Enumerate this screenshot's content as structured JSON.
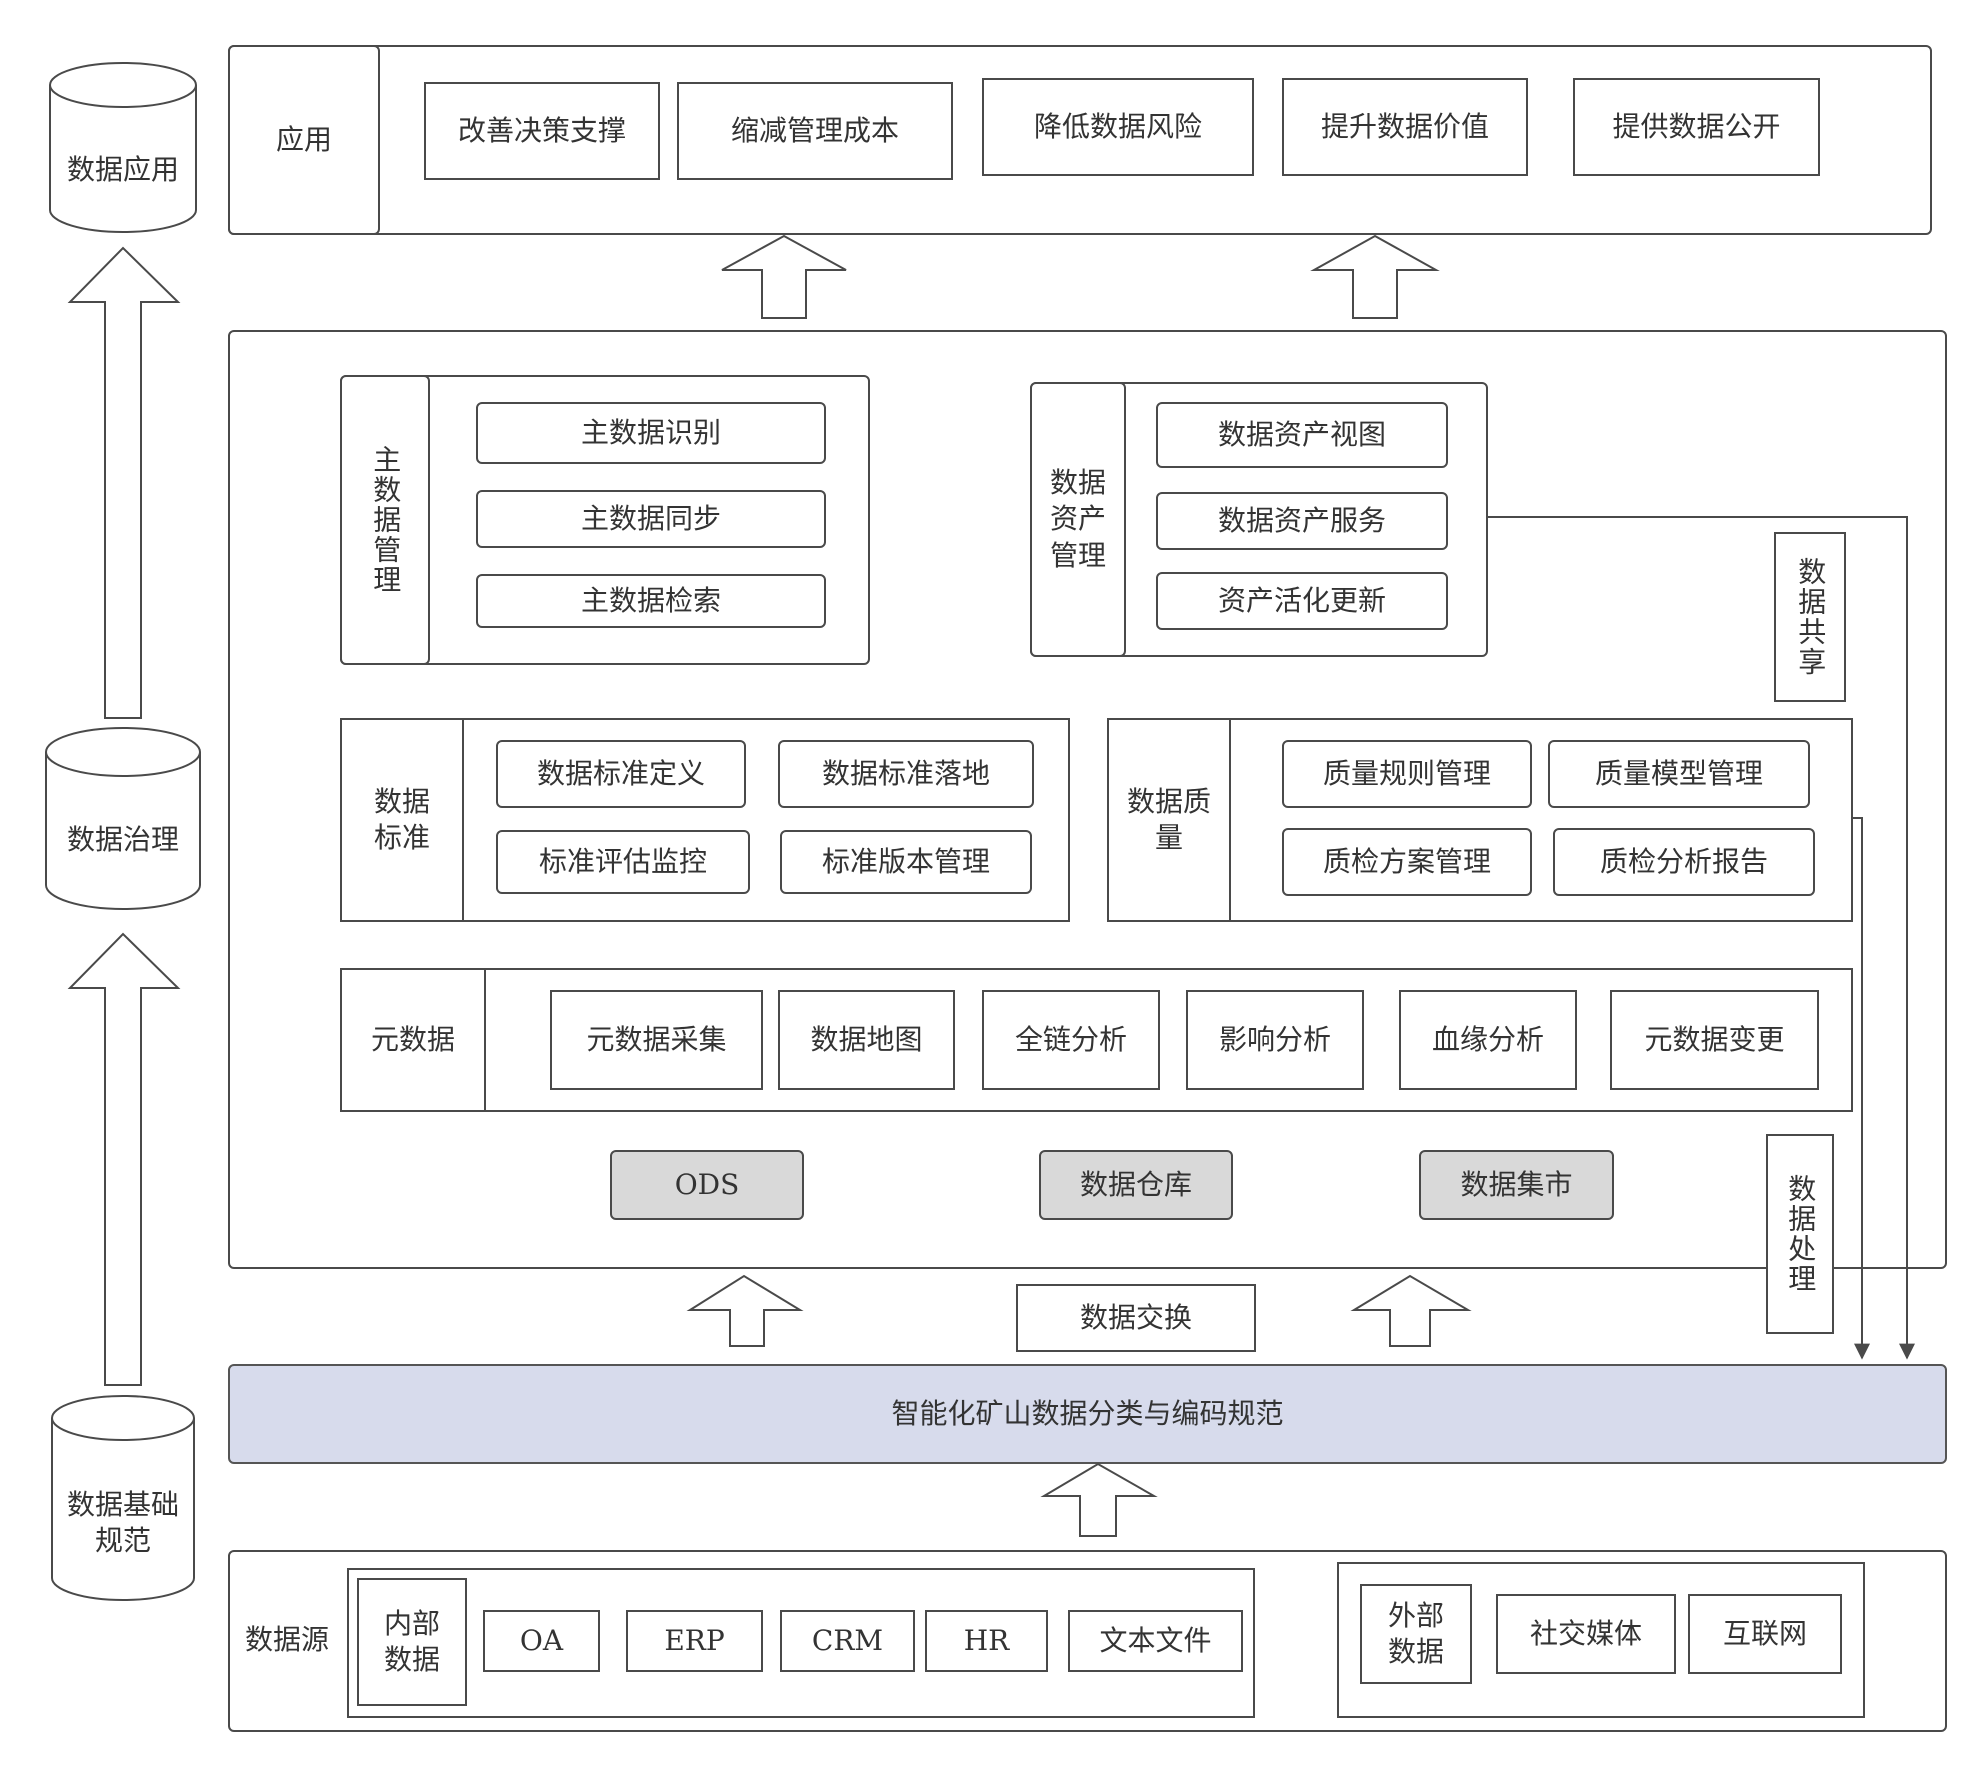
{
  "colors": {
    "line": "#4a4a4a",
    "highlight_band": "#d7dbec",
    "gray_box": "#d9d9d9",
    "text": "#333333"
  },
  "left_stack": {
    "top": "数据应用",
    "middle": "数据治理",
    "bottom_line1": "数据基础",
    "bottom_line2": "规范"
  },
  "app_layer": {
    "title": "应用",
    "items": [
      "改善决策支撑",
      "缩减管理成本",
      "降低数据风险",
      "提升数据价值",
      "提供数据公开"
    ]
  },
  "governance": {
    "master_data": {
      "title": "主数据管理",
      "items": [
        "主数据识别",
        "主数据同步",
        "主数据检索"
      ]
    },
    "asset_mgmt": {
      "title": "数据资产管理",
      "items": [
        "数据资产视图",
        "数据资产服务",
        "资产活化更新"
      ]
    },
    "data_standard": {
      "title_line1": "数据",
      "title_line2": "标准",
      "items": [
        "数据标准定义",
        "数据标准落地",
        "标准评估监控",
        "标准版本管理"
      ]
    },
    "data_quality": {
      "title_line1": "数据质",
      "title_line2": "量",
      "items": [
        "质量规则管理",
        "质量模型管理",
        "质检方案管理",
        "质检分析报告"
      ]
    },
    "metadata": {
      "title": "元数据",
      "items": [
        "元数据采集",
        "数据地图",
        "全链分析",
        "影响分析",
        "血缘分析",
        "元数据变更"
      ]
    },
    "storage": [
      "ODS",
      "数据仓库",
      "数据集市"
    ]
  },
  "side_labels": {
    "sharing": "数据共享",
    "processing": "数据处理"
  },
  "exchange": "数据交换",
  "spec_band": "智能化矿山数据分类与编码规范",
  "sources": {
    "title": "数据源",
    "internal": {
      "title_line1": "内部",
      "title_line2": "数据",
      "items": [
        "OA",
        "ERP",
        "CRM",
        "HR",
        "文本文件"
      ]
    },
    "external": {
      "title_line1": "外部",
      "title_line2": "数据",
      "items": [
        "社交媒体",
        "互联网"
      ]
    }
  }
}
